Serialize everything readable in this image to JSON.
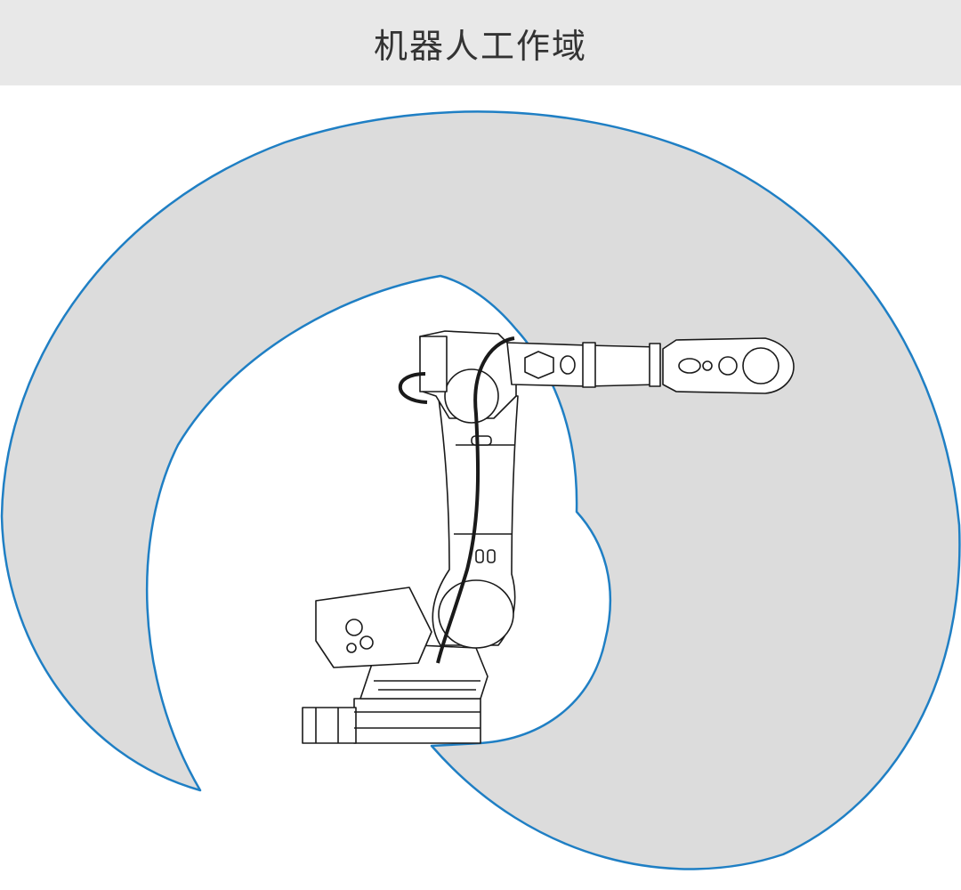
{
  "header": {
    "title": "机器人工作域"
  },
  "colors": {
    "header_bg": "#e8e8e8",
    "header_text": "#333333",
    "envelope_fill": "#dcdcdc",
    "envelope_stroke": "#1f7fc4",
    "robot_line": "#1a1a1a",
    "robot_fill": "#ffffff"
  },
  "diagram": {
    "subject": "industrial-robot-arm",
    "region": "work-envelope"
  }
}
